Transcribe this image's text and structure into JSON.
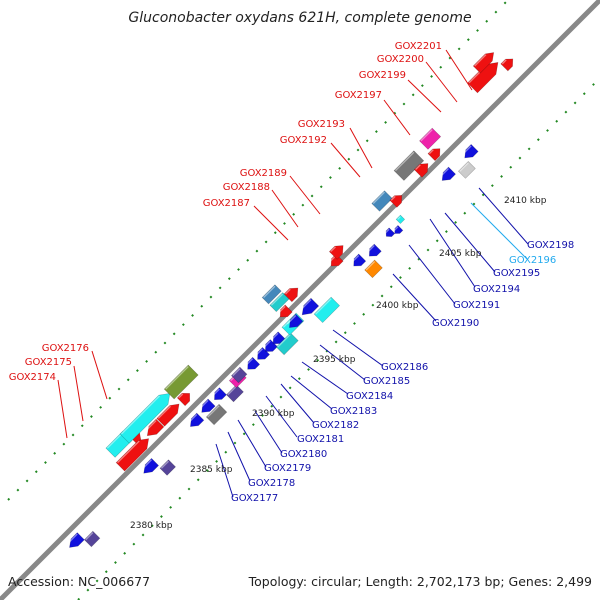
{
  "title": "Gluconobacter oxydans 621H, complete genome",
  "footer": {
    "accession": "Accession: NC_006677",
    "topology": "Topology: circular; Length: 2,702,173 bp; Genes: 2,499"
  },
  "colors": {
    "backbone": "#888888",
    "tick": "#228822",
    "red": "#ee1111",
    "blue": "#1111dd",
    "cyan": "#22eeee",
    "teal": "#22cccc",
    "steel": "#4488bb",
    "gray": "#777777",
    "lightgray": "#cccccc",
    "magenta": "#ee22aa",
    "olive": "#779933",
    "orange": "#ff8800",
    "purple": "#554499",
    "label_red": "#dd1111",
    "label_blue": "#1111aa",
    "label_light": "#22aaee"
  },
  "kbp_labels": [
    "2380 kbp",
    "2385 kbp",
    "2390 kbp",
    "2395 kbp",
    "2400 kbp",
    "2405 kbp",
    "2410 kbp"
  ],
  "top_labels": [
    {
      "text": "GOX2201",
      "color": "red"
    },
    {
      "text": "GOX2200",
      "color": "red"
    },
    {
      "text": "GOX2199",
      "color": "red"
    },
    {
      "text": "GOX2197",
      "color": "red"
    },
    {
      "text": "GOX2193",
      "color": "red"
    },
    {
      "text": "GOX2192",
      "color": "red"
    },
    {
      "text": "GOX2189",
      "color": "red"
    },
    {
      "text": "GOX2188",
      "color": "red"
    },
    {
      "text": "GOX2187",
      "color": "red"
    },
    {
      "text": "GOX2176",
      "color": "red"
    },
    {
      "text": "GOX2175",
      "color": "red"
    },
    {
      "text": "GOX2174",
      "color": "red"
    }
  ],
  "bottom_labels": [
    {
      "text": "GOX2198",
      "color": "blue"
    },
    {
      "text": "GOX2196",
      "color": "light"
    },
    {
      "text": "GOX2195",
      "color": "blue"
    },
    {
      "text": "GOX2194",
      "color": "blue"
    },
    {
      "text": "GOX2191",
      "color": "blue"
    },
    {
      "text": "GOX2190",
      "color": "blue"
    },
    {
      "text": "GOX2186",
      "color": "blue"
    },
    {
      "text": "GOX2185",
      "color": "blue"
    },
    {
      "text": "GOX2184",
      "color": "blue"
    },
    {
      "text": "GOX2183",
      "color": "blue"
    },
    {
      "text": "GOX2182",
      "color": "blue"
    },
    {
      "text": "GOX2181",
      "color": "blue"
    },
    {
      "text": "GOX2180",
      "color": "blue"
    },
    {
      "text": "GOX2179",
      "color": "blue"
    },
    {
      "text": "GOX2178",
      "color": "blue"
    },
    {
      "text": "GOX2177",
      "color": "blue"
    }
  ]
}
